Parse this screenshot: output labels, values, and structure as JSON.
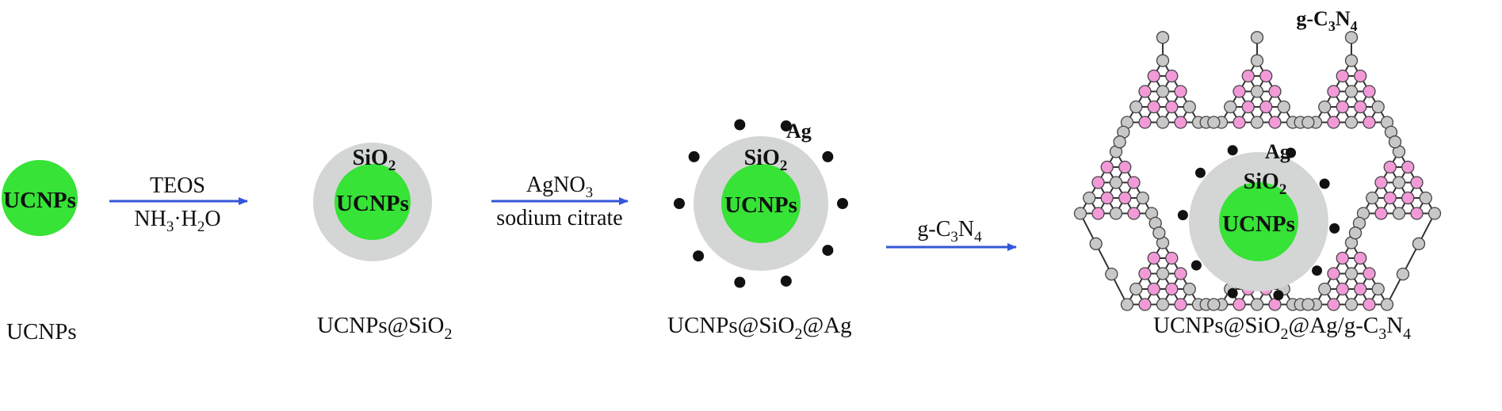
{
  "colors": {
    "core": "#36e336",
    "shell": "#d3d6d5",
    "arrow": "#3556d8",
    "ag": "#111111",
    "node_gray": "#c8c8c8",
    "node_pink": "#f29ad8",
    "bond": "#333333"
  },
  "stage1": {
    "core": "UCNPs",
    "caption": "UCNPs"
  },
  "arrow1": {
    "top": "TEOS",
    "bottom": {
      "a": "NH",
      "a_sub": "3",
      "dot": "·",
      "b": "H",
      "b_sub": "2",
      "c": "O"
    }
  },
  "stage2": {
    "shell": {
      "base": "SiO",
      "sub": "2"
    },
    "core": "UCNPs",
    "caption": {
      "a": "UCNPs@SiO",
      "sub": "2"
    }
  },
  "arrow2": {
    "top": {
      "base": "AgNO",
      "sub": "3"
    },
    "bottom": "sodium citrate"
  },
  "stage3": {
    "ag": "Ag",
    "shell": {
      "base": "SiO",
      "sub": "2"
    },
    "core": "UCNPs",
    "caption": {
      "a": "UCNPs@SiO",
      "sub": "2",
      "b": "@Ag"
    }
  },
  "arrow3": {
    "top": {
      "a": "g-C",
      "s1": "3",
      "b": "N",
      "s2": "4"
    }
  },
  "stage4": {
    "network": {
      "a": "g-C",
      "s1": "3",
      "b": "N",
      "s2": "4"
    },
    "ag": "Ag",
    "shell": {
      "base": "SiO",
      "sub": "2"
    },
    "core": "UCNPs",
    "caption": {
      "a": "UCNPs@SiO",
      "s1": "2",
      "b": "@Ag/g-C",
      "s2": "3",
      "c": "N",
      "s3": "4"
    }
  }
}
